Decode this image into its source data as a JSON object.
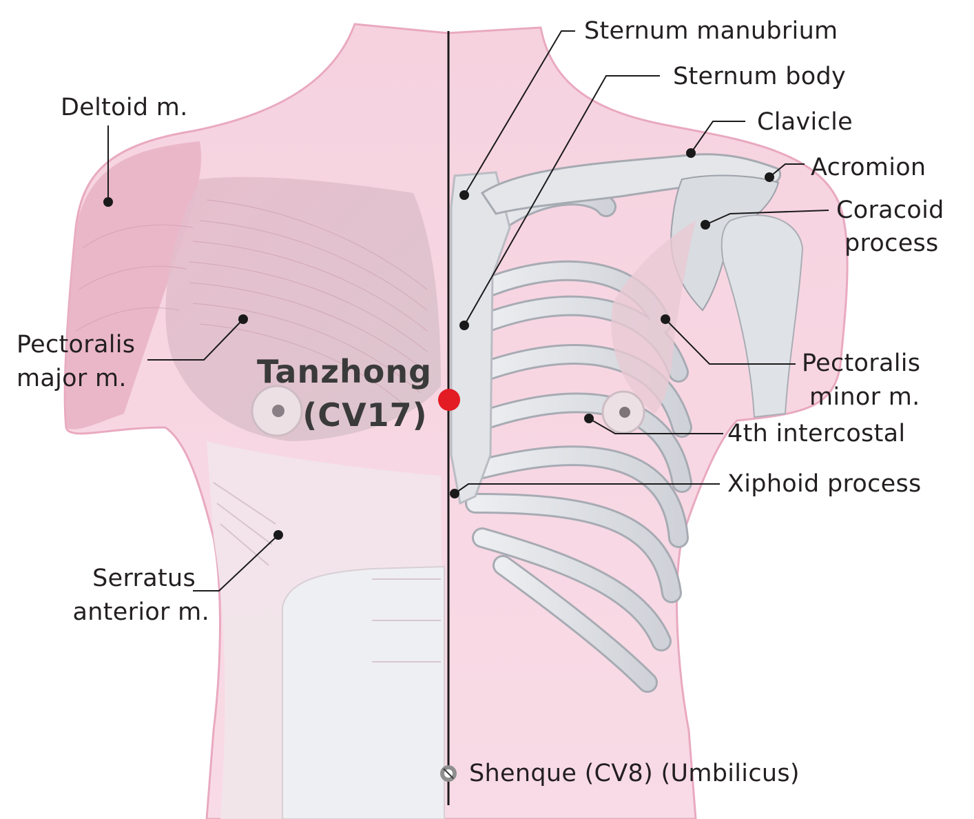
{
  "colors": {
    "skin": "#f7d6e2",
    "skin_edge": "#e9a9c0",
    "muscle": "#e3b5c6",
    "bone": "#dfe1e6",
    "bone_shadow": "#9a9ea6",
    "line": "#1a1a1a",
    "point": "#e31b23"
  },
  "acupoint": {
    "name": "Tanzhong",
    "code": "(CV17)"
  },
  "left_labels": {
    "deltoid": "Deltoid m.",
    "pectoralis_major_1": "Pectoralis",
    "pectoralis_major_2": "major m.",
    "serratus_1": "Serratus",
    "serratus_2": "anterior m."
  },
  "right_labels": {
    "sternum_manubrium": "Sternum manubrium",
    "sternum_body": "Sternum body",
    "clavicle": "Clavicle",
    "acromion": "Acromion",
    "coracoid_1": "Coracoid",
    "coracoid_2": "process",
    "pectoralis_minor_1": "Pectoralis",
    "pectoralis_minor_2": "minor m.",
    "intercostal": "4th intercostal",
    "xiphoid": "Xiphoid process"
  },
  "bottom_label": "Shenque (CV8) (Umbilicus)",
  "icons": [
    "navel-icon",
    "acupoint-marker-icon"
  ]
}
